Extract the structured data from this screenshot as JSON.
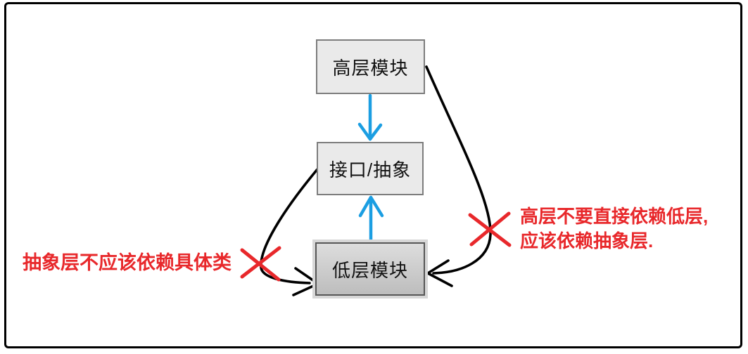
{
  "diagram": {
    "nodes": {
      "high": {
        "label": "高层模块"
      },
      "abstraction": {
        "label": "接口/抽象"
      },
      "low": {
        "label": "低层模块"
      }
    },
    "annotations": {
      "left": "抽象层不应该依赖具体类",
      "right": {
        "line1": "高层不要直接依赖低层,",
        "line2": "应该依赖抽象层."
      }
    },
    "colors": {
      "arrow_blue": "#1b9ee2",
      "annotation_red": "#e8282b",
      "line_black": "#000000",
      "node_fill": "#eaeaea",
      "node_border": "#7d7d7d",
      "low_node_border": "#565656"
    }
  }
}
